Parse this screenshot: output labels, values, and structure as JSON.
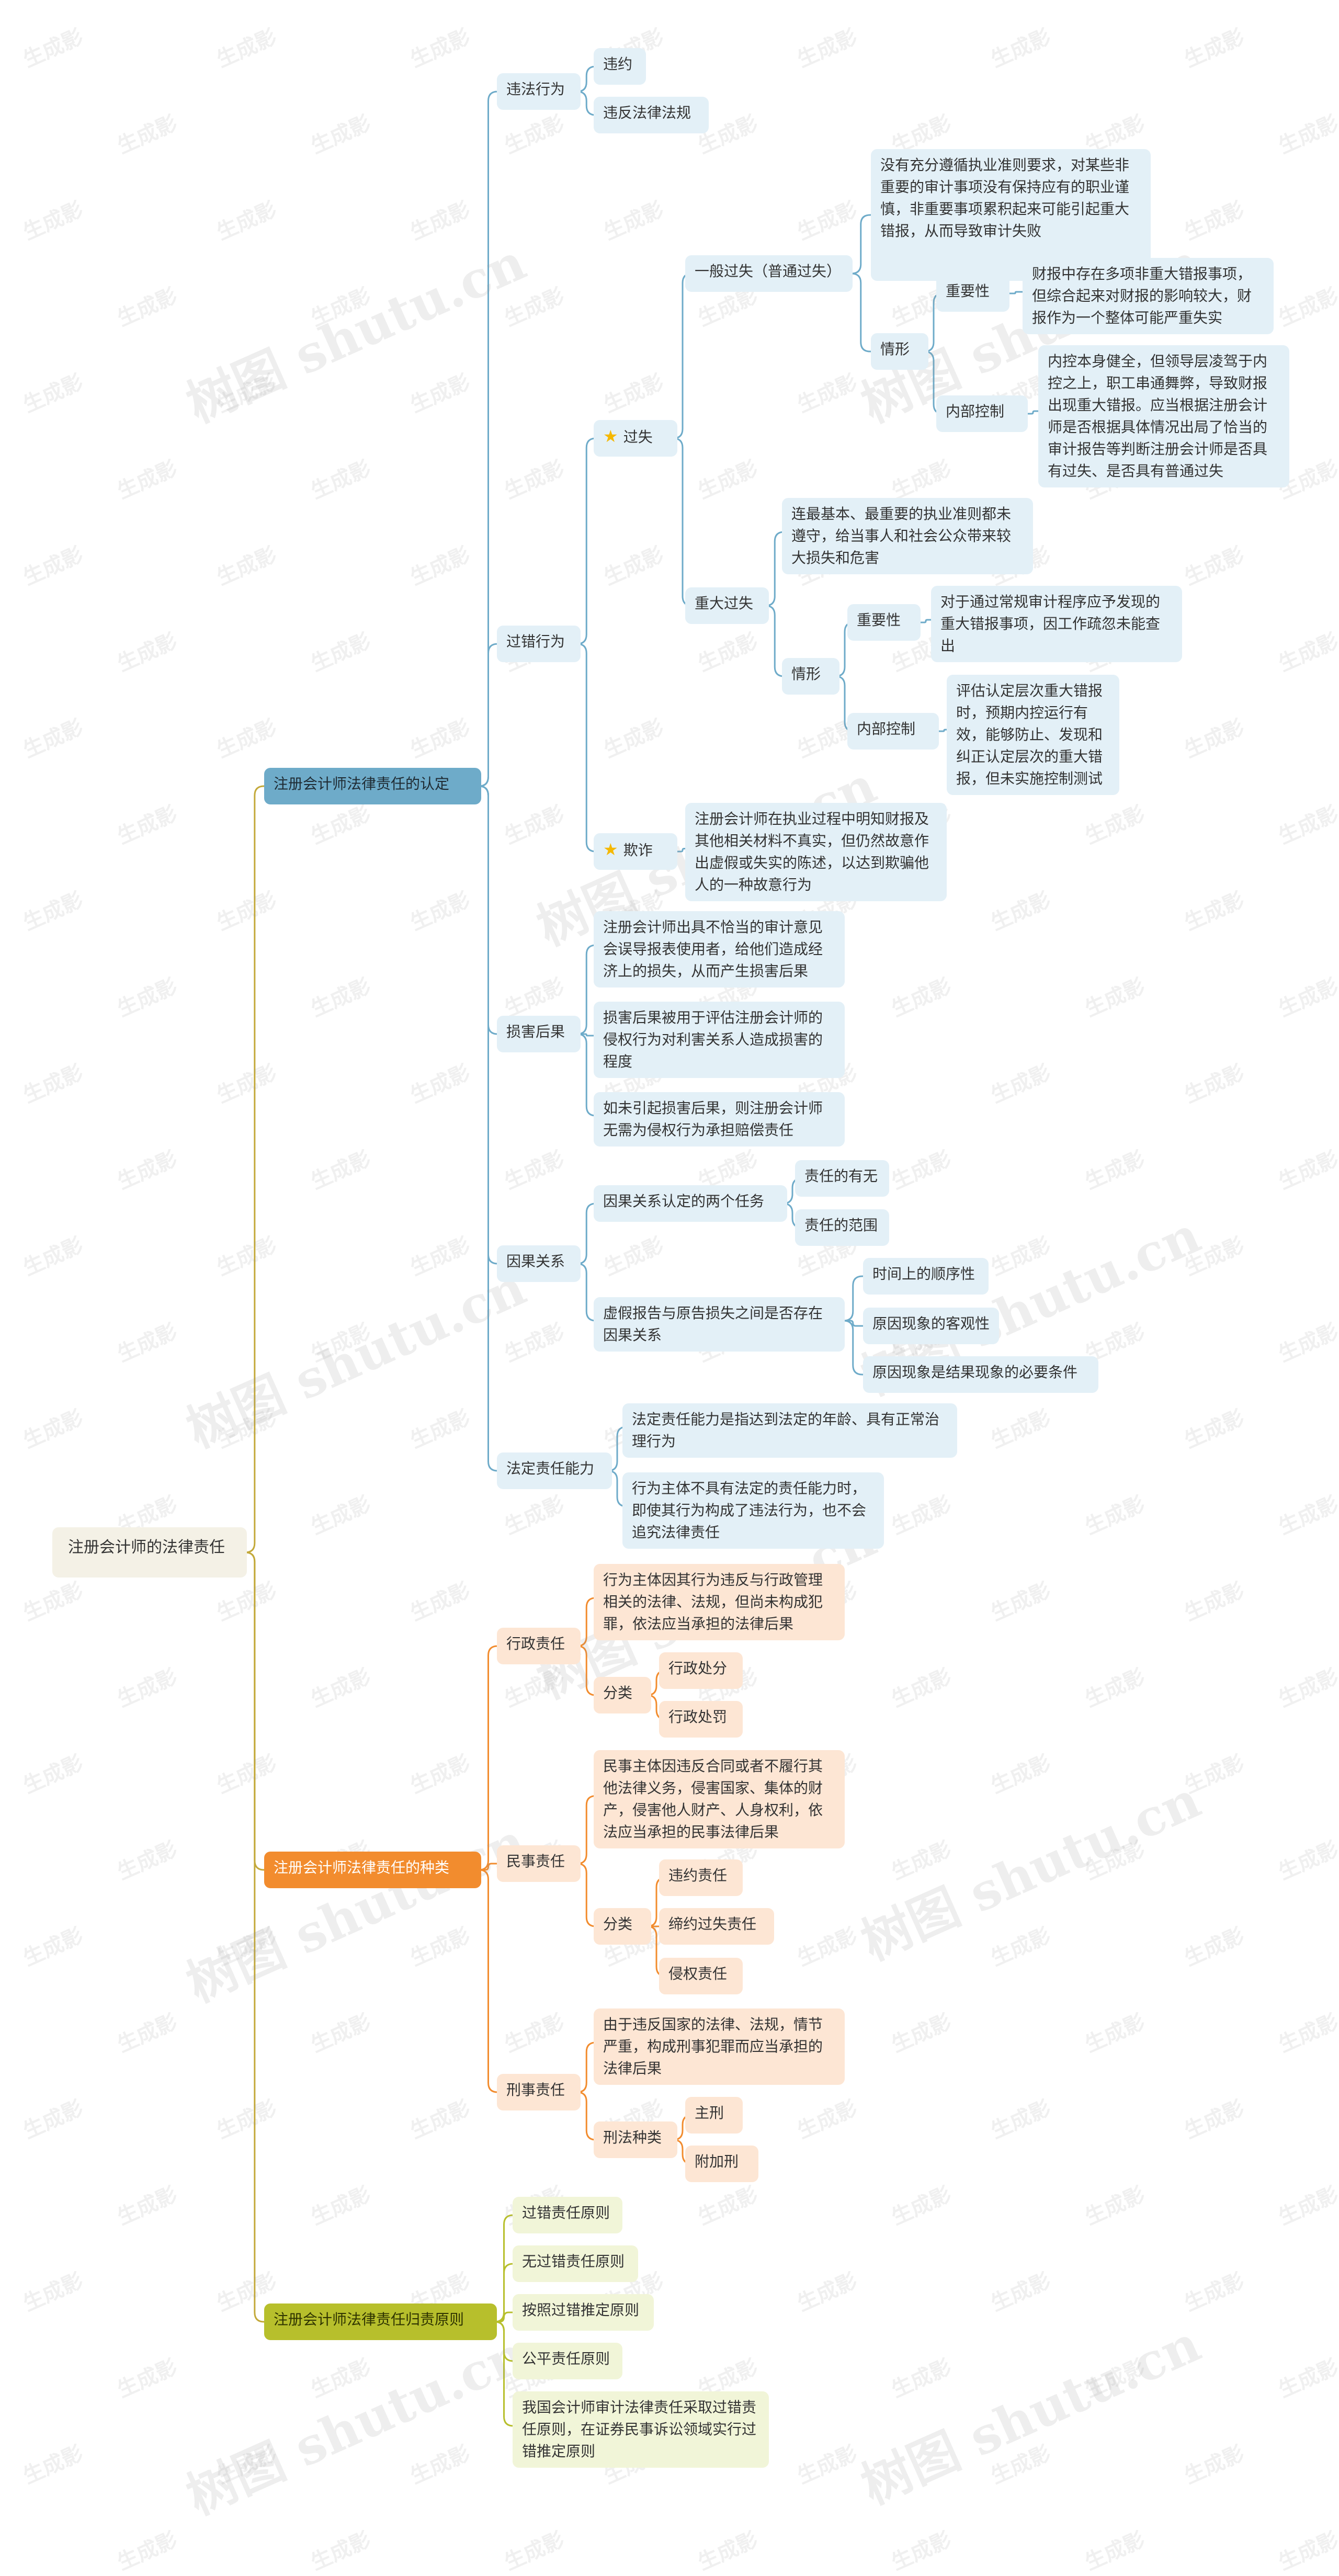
{
  "watermark": {
    "main": "树图 shutu.cn",
    "small": "生成影"
  },
  "colors": {
    "blue": "#6eabc9",
    "orange": "#f28c2e",
    "lime": "#b7bf2c"
  },
  "root": {
    "label": "注册会计师的法律责任"
  },
  "b1": {
    "label": "注册会计师法律责任的认定",
    "violation": {
      "label": "违法行为",
      "items": [
        "违约",
        "违反法律法规"
      ]
    },
    "fault": {
      "label": "过错行为",
      "negligence": {
        "label": "过失",
        "icon": "star-icon",
        "general": {
          "label": "一般过失（普通过失）",
          "desc": "没有充分遵循执业准则要求，对某些非重要的审计事项没有保持应有的职业谨慎，非重要事项累积起来可能引起重大错报，从而导致审计失败",
          "situation": {
            "label": "情形",
            "importance": {
              "label": "重要性",
              "desc": "财报中存在多项非重大错报事项，但综合起来对财报的影响较大，财报作为一个整体可能严重失实"
            },
            "control": {
              "label": "内部控制",
              "desc": "内控本身健全，但领导层凌驾于内控之上，职工串通舞弊，导致财报出现重大错报。应当根据注册会计师是否根据具体情况出局了恰当的审计报告等判断注册会计师是否具有过失、是否具有普通过失"
            }
          }
        },
        "major": {
          "label": "重大过失",
          "desc": "连最基本、最重要的执业准则都未遵守，给当事人和社会公众带来较大损失和危害",
          "situation": {
            "label": "情形",
            "importance": {
              "label": "重要性",
              "desc": "对于通过常规审计程序应予发现的重大错报事项，因工作疏忽未能查出"
            },
            "control": {
              "label": "内部控制",
              "desc": "评估认定层次重大错报时，预期内控运行有效，能够防止、发现和纠正认定层次的重大错报，但未实施控制测试"
            }
          }
        }
      },
      "fraud": {
        "label": "欺诈",
        "icon": "star-icon",
        "desc": "注册会计师在执业过程中明知财报及其他相关材料不真实，但仍然故意作出虚假或失实的陈述，以达到欺骗他人的一种故意行为"
      }
    },
    "damage": {
      "label": "损害后果",
      "items": [
        "注册会计师出具不恰当的审计意见会误导报表使用者，给他们造成经济上的损失，从而产生损害后果",
        "损害后果被用于评估注册会计师的侵权行为对利害关系人造成损害的程度",
        "如未引起损害后果，则注册会计师无需为侵权行为承担赔偿责任"
      ]
    },
    "causality": {
      "label": "因果关系",
      "tasks": {
        "label": "因果关系认定的两个任务",
        "items": [
          "责任的有无",
          "责任的范围"
        ]
      },
      "false_report": {
        "label": "虚假报告与原告损失之间是否存在因果关系",
        "items": [
          "时间上的顺序性",
          "原因现象的客观性",
          "原因现象是结果现象的必要条件"
        ]
      }
    },
    "capacity": {
      "label": "法定责任能力",
      "items": [
        "法定责任能力是指达到法定的年龄、具有正常治理行为",
        "行为主体不具有法定的责任能力时，即使其行为构成了违法行为，也不会追究法律责任"
      ]
    }
  },
  "b2": {
    "label": "注册会计师法律责任的种类",
    "admin": {
      "label": "行政责任",
      "desc": "行为主体因其行为违反与行政管理相关的法律、法规，但尚未构成犯罪，依法应当承担的法律后果",
      "class": {
        "label": "分类",
        "items": [
          "行政处分",
          "行政处罚"
        ]
      }
    },
    "civil": {
      "label": "民事责任",
      "desc": "民事主体因违反合同或者不履行其他法律义务，侵害国家、集体的财产，侵害他人财产、人身权利，依法应当承担的民事法律后果",
      "class": {
        "label": "分类",
        "items": [
          "违约责任",
          "缔约过失责任",
          "侵权责任"
        ]
      }
    },
    "criminal": {
      "label": "刑事责任",
      "desc": "由于违反国家的法律、法规，情节严重，构成刑事犯罪而应当承担的法律后果",
      "class": {
        "label": "刑法种类",
        "items": [
          "主刑",
          "附加刑"
        ]
      }
    }
  },
  "b3": {
    "label": "注册会计师法律责任归责原则",
    "items": [
      "过错责任原则",
      "无过错责任原则",
      "按照过错推定原则",
      "公平责任原则",
      "我国会计师审计法律责任采取过错责任原则，在证券民事诉讼领域实行过错推定原则"
    ]
  }
}
